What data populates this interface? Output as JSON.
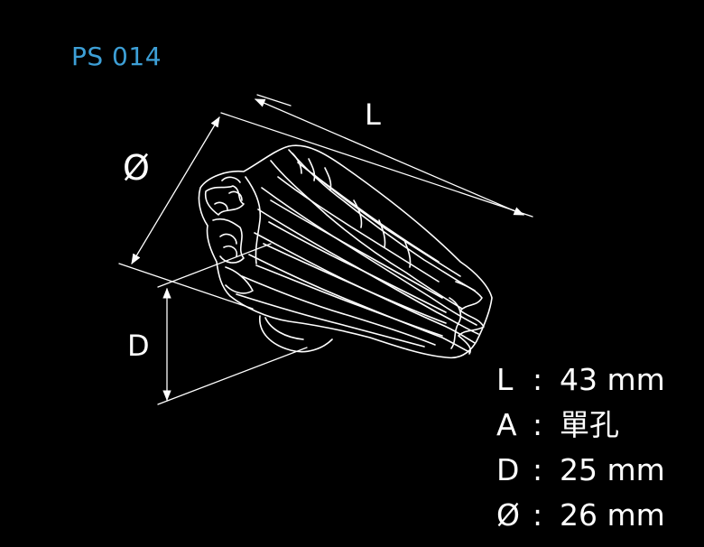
{
  "product": {
    "code": "PS 014"
  },
  "drawing": {
    "labels": {
      "length": "L",
      "diameter": "Ø",
      "depth": "D"
    }
  },
  "specs": [
    {
      "key": "L",
      "sep": ":",
      "value": "43 mm"
    },
    {
      "key": "A",
      "sep": ":",
      "value": "單孔"
    },
    {
      "key": "D",
      "sep": ":",
      "value": "25 mm"
    },
    {
      "key": "Ø",
      "sep": ":",
      "value": "26 mm"
    }
  ],
  "colors": {
    "background": "#000000",
    "line": "#ffffff",
    "accent": "#3d9fd6"
  }
}
